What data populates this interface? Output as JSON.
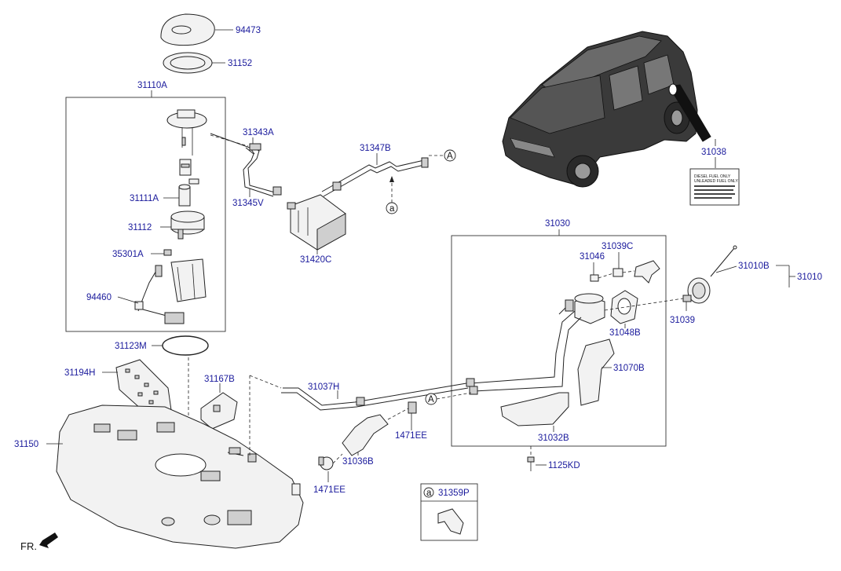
{
  "labels": {
    "l94473": "94473",
    "l31152": "31152",
    "l31110A": "31110A",
    "l31343A": "31343A",
    "l31347B": "31347B",
    "l31111A": "31111A",
    "l31345V": "31345V",
    "l31112": "31112",
    "l35301A": "35301A",
    "l31420C": "31420C",
    "l94460": "94460",
    "l31123M": "31123M",
    "l31194H": "31194H",
    "l31167B": "31167B",
    "l31037H": "31037H",
    "l31150": "31150",
    "l1471EE_a": "1471EE",
    "l31036B": "31036B",
    "l1471EE_b": "1471EE",
    "l31030": "31030",
    "l31039C": "31039C",
    "l31046": "31046",
    "l31010B": "31010B",
    "l31010": "31010",
    "l31039": "31039",
    "l31048B": "31048B",
    "l31070B": "31070B",
    "l31032B": "31032B",
    "l1125KD": "1125KD",
    "l31038": "31038",
    "l31359P": "31359P"
  },
  "callouts": {
    "a1": "A",
    "a2": "A",
    "a3": "a",
    "a4": "a"
  },
  "direction": {
    "front_label": "FR."
  },
  "decal": {
    "line1": "DIESEL FUEL ONLY",
    "line2": "UNLEADED FUEL ONLY"
  }
}
